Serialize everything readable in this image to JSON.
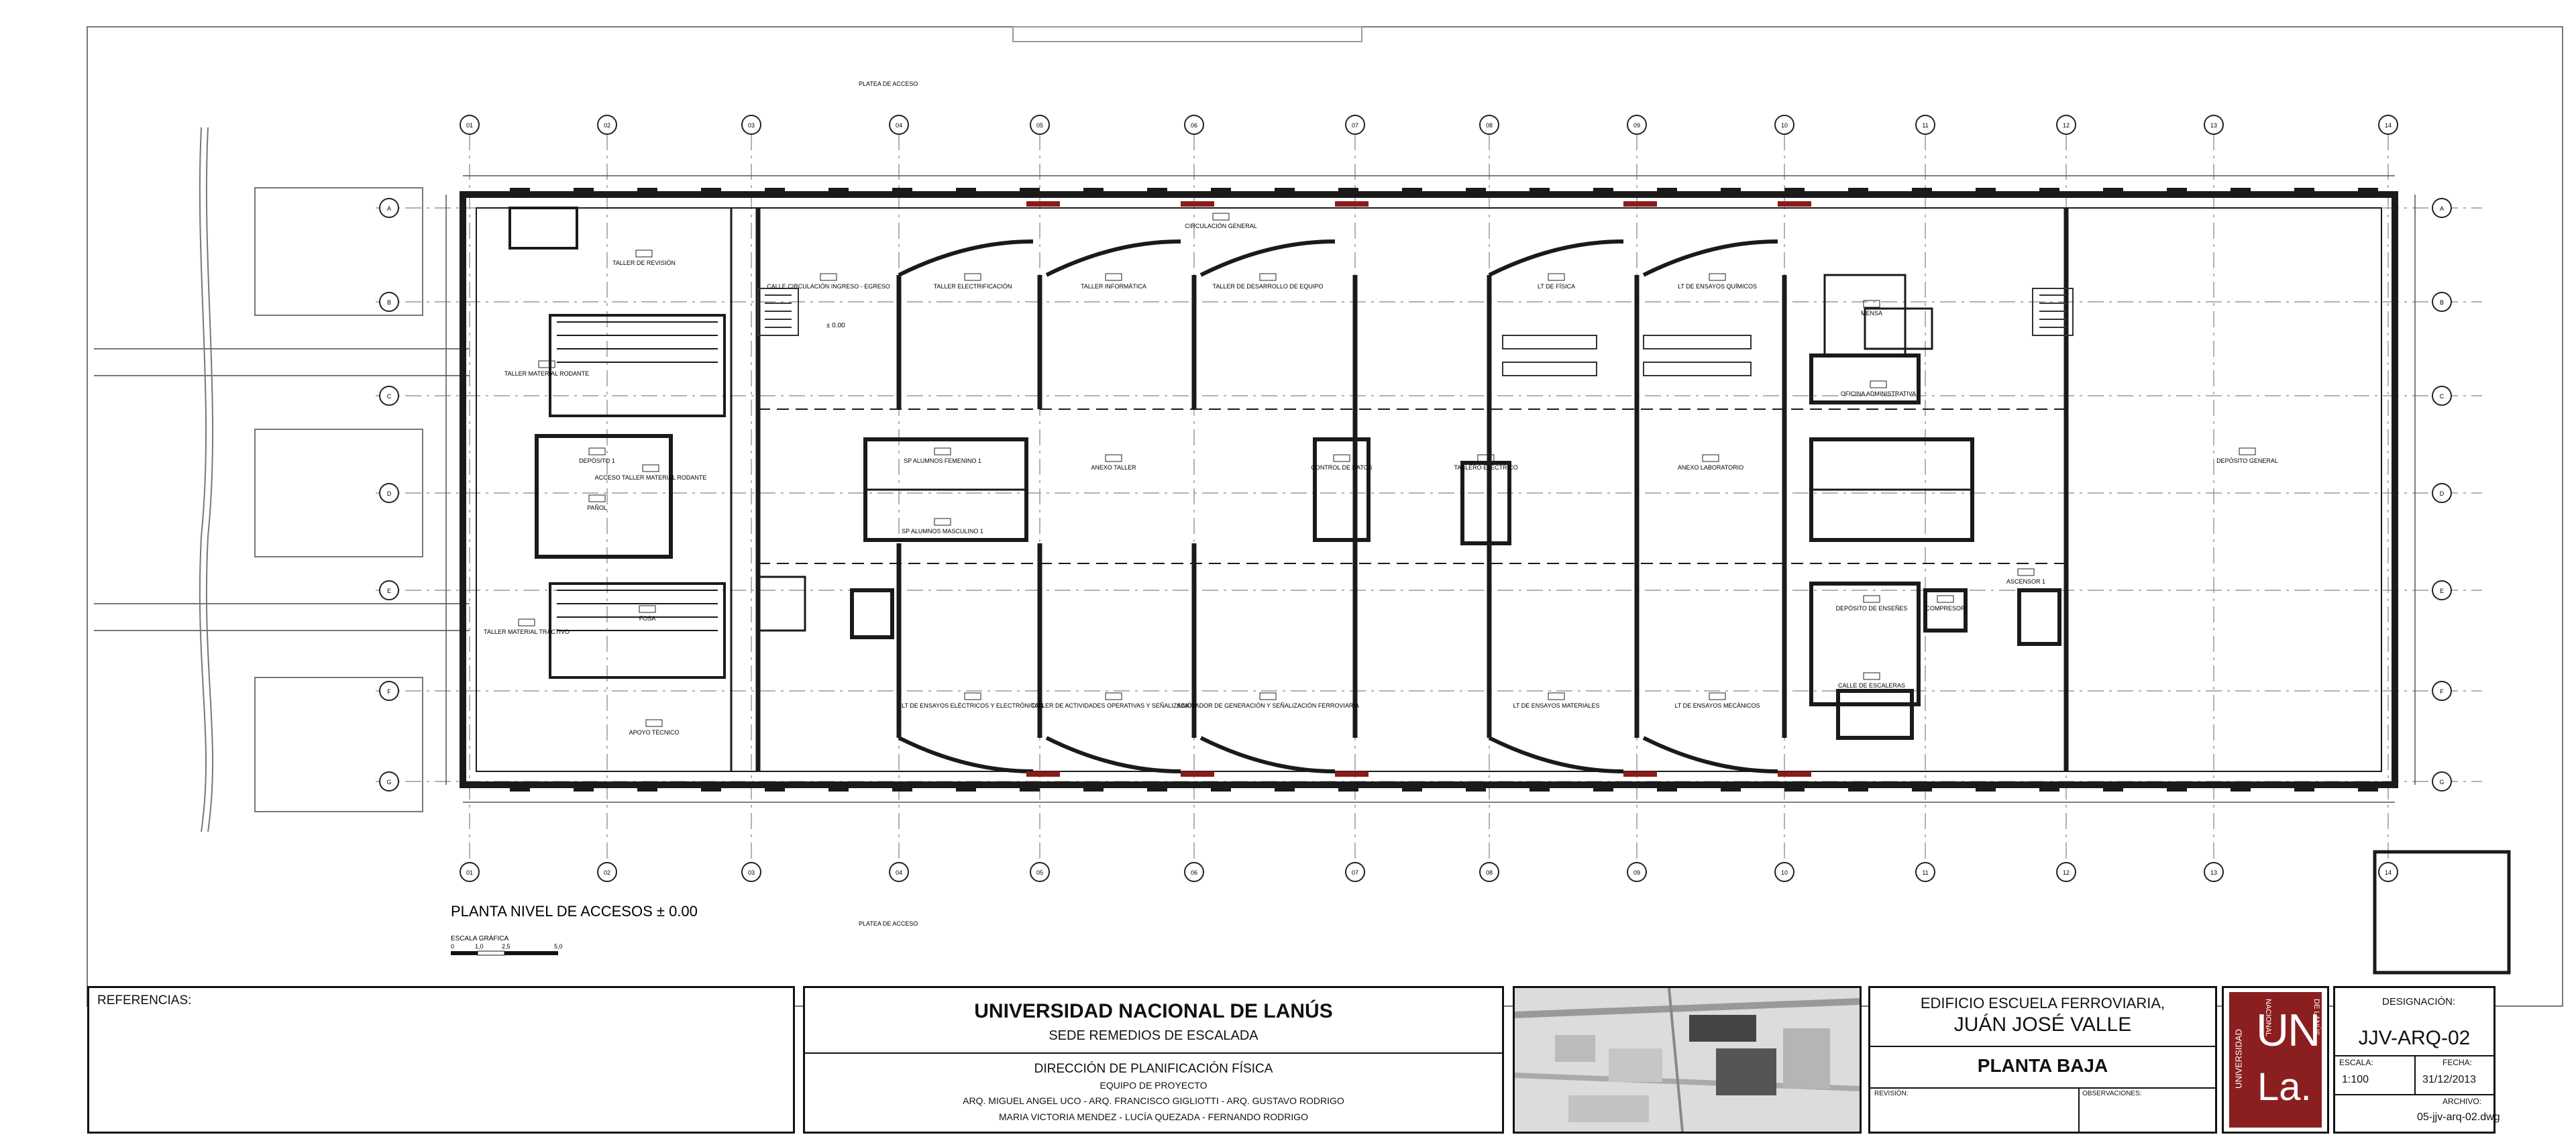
{
  "drawing": {
    "title": "PLANTA NIVEL DE ACCESOS ± 0.00",
    "scale_label": "ESCALA GRÁFICA",
    "scale_ticks": [
      "0",
      "1,0",
      "2,5",
      "5,0"
    ],
    "access_note": "PLATEA DE ACCESO",
    "level_mark": "± 0.00"
  },
  "rooms": [
    {
      "name": "TALLER DE REVISIÓN"
    },
    {
      "name": "TALLER MATERIAL RODANTE"
    },
    {
      "name": "ACCESO TALLER MATERIAL RODANTE"
    },
    {
      "name": "DEPÓSITO 1"
    },
    {
      "name": "PAÑOL"
    },
    {
      "name": "FOSA"
    },
    {
      "name": "TALLER MATERIAL TRACTIVO"
    },
    {
      "name": "APOYO TÉCNICO"
    },
    {
      "name": "CALLE CIRCULACIÓN INGRESO - EGRESO"
    },
    {
      "name": "CIRCULACIÓN GENERAL"
    },
    {
      "name": "TALLER ELECTRIFICACIÓN"
    },
    {
      "name": "TALLER INFORMÁTICA"
    },
    {
      "name": "TALLER DE DESARROLLO DE EQUIPO"
    },
    {
      "name": "LT DE FÍSICA"
    },
    {
      "name": "LT DE ENSAYOS QUÍMICOS"
    },
    {
      "name": "MENSA"
    },
    {
      "name": "OFICINA ADMINISTRATIVA"
    },
    {
      "name": "SP ALUMNOS FEMENINO 1"
    },
    {
      "name": "SP ALUMNOS MASCULINO 1"
    },
    {
      "name": "ANEXO TALLER"
    },
    {
      "name": "CONTROL DE DATOS"
    },
    {
      "name": "TABLERO ELÉCTRICO"
    },
    {
      "name": "ANEXO LABORATORIO"
    },
    {
      "name": "DEPÓSITO GENERAL"
    },
    {
      "name": "ASCENSOR 1"
    },
    {
      "name": "COMPRESOR"
    },
    {
      "name": "DEPÓSITO DE ENSEÑES"
    },
    {
      "name": "LT DE ENSAYOS ELÉCTRICOS Y ELECTRÓNICOS"
    },
    {
      "name": "TALLER DE ACTIVIDADES OPERATIVAS Y SEÑALIZACIÓN"
    },
    {
      "name": "SIMULADOR DE GENERACIÓN Y SEÑALIZACIÓN FERROVIARIA"
    },
    {
      "name": "LT DE ENSAYOS MATERIALES"
    },
    {
      "name": "LT DE ENSAYOS MECÁNICOS"
    },
    {
      "name": "CALLE DE ESCALERAS"
    }
  ],
  "grid_top": [
    "01",
    "02",
    "03",
    "04",
    "05",
    "06",
    "07",
    "08",
    "09",
    "10",
    "11",
    "12",
    "13",
    "14"
  ],
  "grid_side": [
    "A",
    "B",
    "C",
    "D",
    "E",
    "F",
    "G"
  ],
  "title_block": {
    "references_label": "REFERENCIAS:",
    "university": "UNIVERSIDAD NACIONAL DE LANÚS",
    "campus": "SEDE REMEDIOS DE ESCALADA",
    "department": "DIRECCIÓN DE PLANIFICACIÓN FÍSICA",
    "team_label": "EQUIPO DE PROYECTO",
    "team_line1": "ARQ. MIGUEL ANGEL UCO - ARQ. FRANCISCO GIGLIOTTI - ARQ. GUSTAVO RODRIGO",
    "team_line2": "MARIA VICTORIA MENDEZ - LUCÍA QUEZADA - FERNANDO RODRIGO",
    "building_line1": "EDIFICIO ESCUELA FERROVIARIA,",
    "building_line2": "JUÁN JOSÉ VALLE",
    "plan_name": "PLANTA BAJA",
    "revision_label": "REVISIÓN:",
    "observations_label": "OBSERVACIONES:",
    "logo": {
      "big": "UN",
      "small": "La.",
      "side_left": "UNIVERSIDAD",
      "side_mid": "NACIONAL",
      "side_right": "DE LANÚS"
    },
    "designation_label": "DESIGNACIÓN:",
    "designation": "JJV-ARQ-02",
    "scale_label": "ESCALA:",
    "scale": "1:100",
    "date_label": "FECHA:",
    "date": "31/12/2013",
    "file_label": "ARCHIVO:",
    "file": "05-jjv-arq-02.dwg"
  },
  "colors": {
    "line": "#1a1a1a",
    "door": "#8b1a1a",
    "logo_red": "#8b1e1e"
  }
}
